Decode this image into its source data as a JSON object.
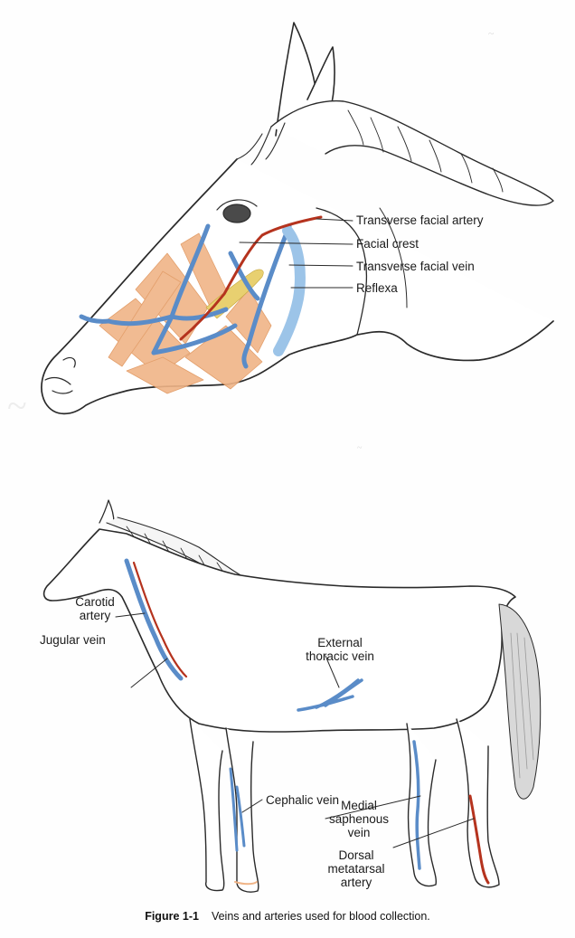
{
  "colors": {
    "vein": "#5a8cc8",
    "vein_light": "#9cc4e8",
    "artery": "#b5331e",
    "muscle": "#f0b487",
    "facial_crest": "#e8d070",
    "outline": "#2a2a2a"
  },
  "top_labels": {
    "transverse_facial_artery": "Transverse facial artery",
    "facial_crest": "Facial crest",
    "transverse_facial_vein": "Transverse facial vein",
    "reflexa": "Reflexa"
  },
  "bottom_labels": {
    "carotid_artery": "Carotid\nartery",
    "jugular_vein": "Jugular vein",
    "external_thoracic_vein": "External\nthoracic vein",
    "cephalic_vein": "Cephalic vein",
    "medial_saphenous_vein": "Medial\nsaphenous\nvein",
    "dorsal_metatarsal_artery": "Dorsal\nmetatarsal\nartery"
  },
  "caption": {
    "figure_number": "Figure 1-1",
    "text": "Veins and arteries used for blood collection."
  },
  "icons": [
    "horse-head-illustration",
    "horse-body-illustration"
  ]
}
